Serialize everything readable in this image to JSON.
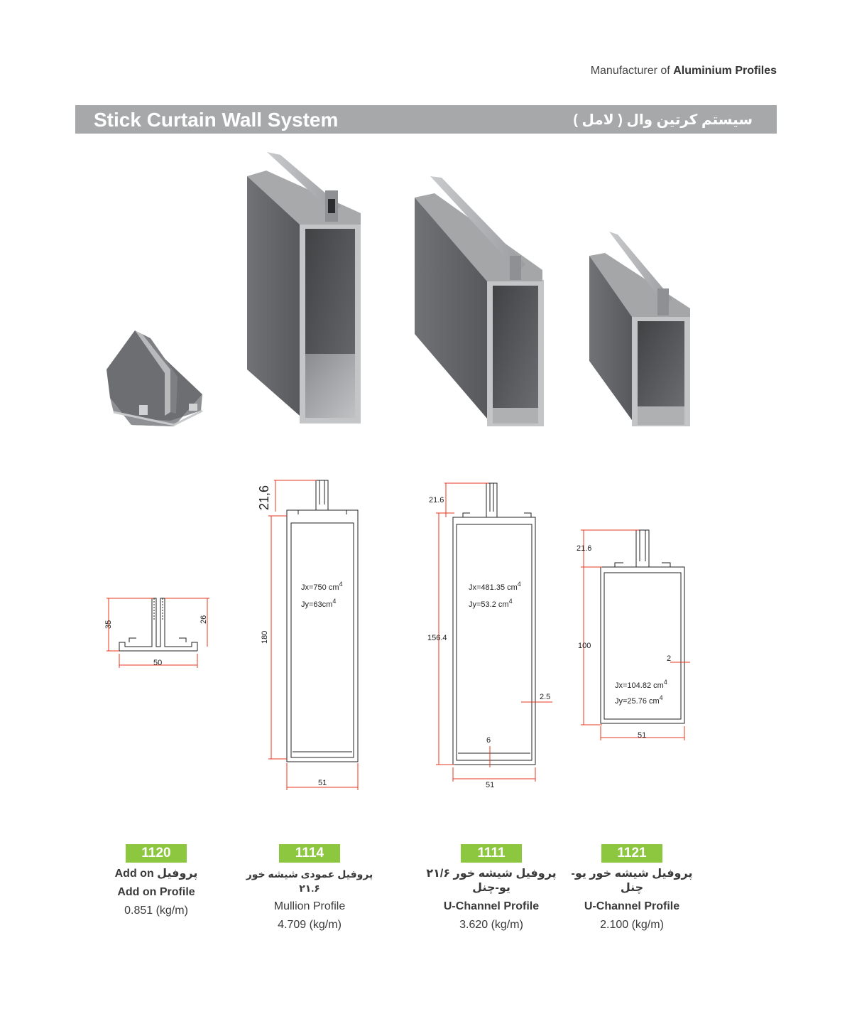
{
  "header": {
    "manufacturer_prefix": "Manufacturer of",
    "manufacturer_bold": "Aluminium Profiles",
    "title_en": "Stick Curtain Wall System",
    "title_fa": "سیستم کرتین وال ( لامل )"
  },
  "colors": {
    "accent_green": "#8dc63f",
    "title_bar": "#a7a8aa",
    "dimension_red": "#e8351f",
    "profile_gray": "#5e6062"
  },
  "drawings": {
    "p1120": {
      "height": "35",
      "fin": "26",
      "width": "50"
    },
    "p1114": {
      "top": "21,6",
      "height": "180",
      "width": "51",
      "jx": "Jx=750 cm",
      "jy": "Jy=63cm",
      "exp": "4"
    },
    "p1111": {
      "top": "21.6",
      "height": "156.4",
      "width": "51",
      "wall": "2.5",
      "lip": "6",
      "jx": "Jx=481.35 cm",
      "jy": "Jy=53.2 cm",
      "exp": "4"
    },
    "p1121": {
      "top": "21.6",
      "height": "100",
      "width": "51",
      "wall": "2",
      "jx": "Jx=104.82 cm",
      "jy": "Jy=25.76 cm",
      "exp": "4"
    }
  },
  "products": [
    {
      "code": "1120",
      "fa": "پروفیل Add on",
      "en": "Add on Profile",
      "weight": "0.851 (kg/m)"
    },
    {
      "code": "1114",
      "fa": "پروفیل عمودی شیشه خور ۲۱.۶",
      "en": "Mullion Profile",
      "weight": "4.709 (kg/m)"
    },
    {
      "code": "1111",
      "fa": "پروفیل شیشه خور ۲۱/۶ یو-چنل",
      "en": "U-Channel Profile",
      "weight": "3.620 (kg/m)"
    },
    {
      "code": "1121",
      "fa": "پروفیل شیشه خور یو-چنل",
      "en": "U-Channel Profile",
      "weight": "2.100 (kg/m)"
    }
  ]
}
